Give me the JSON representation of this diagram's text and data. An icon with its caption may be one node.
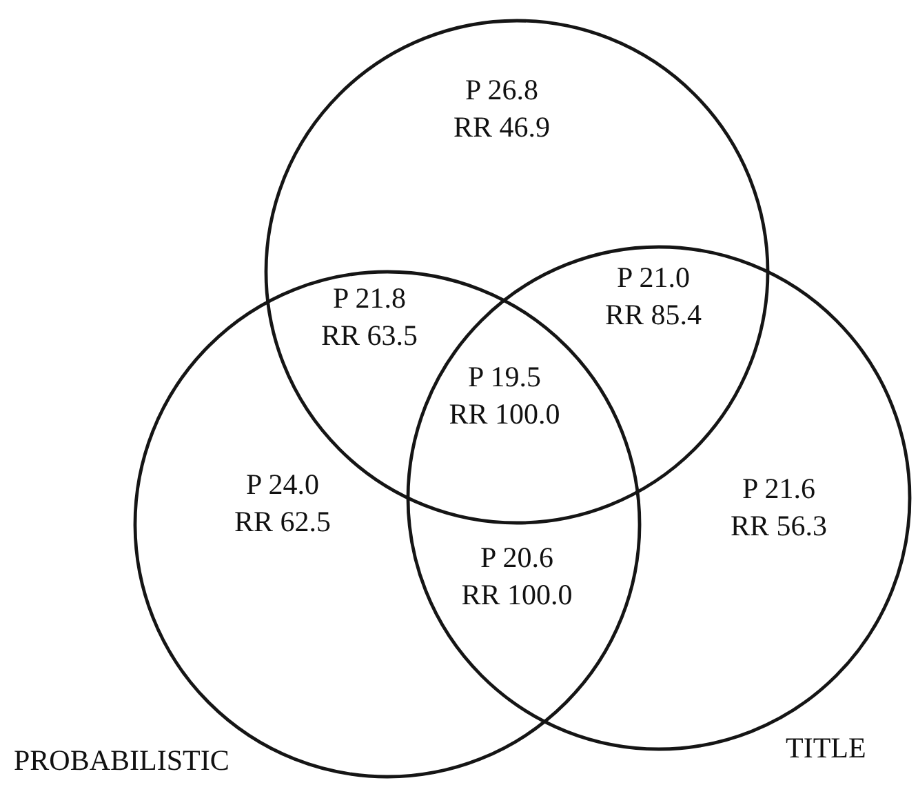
{
  "diagram": {
    "nodes": [
      {
        "text": [],
        "shape": "circle"
      },
      {
        "text": [
          "PROBABILISTIC"
        ]
      },
      {
        "text": [
          "TITLE"
        ]
      }
    ],
    "labels": [
      "P 26.8 RR 46.9",
      "P 21.8 RR 63.5",
      "P 21.0 RR 85.4",
      "P 19.5 RR 100.0",
      "P 24.0 RR 62.5",
      "P 20.6 RR 100.0",
      "P 21.6 RR 56.3"
    ]
  }
}
